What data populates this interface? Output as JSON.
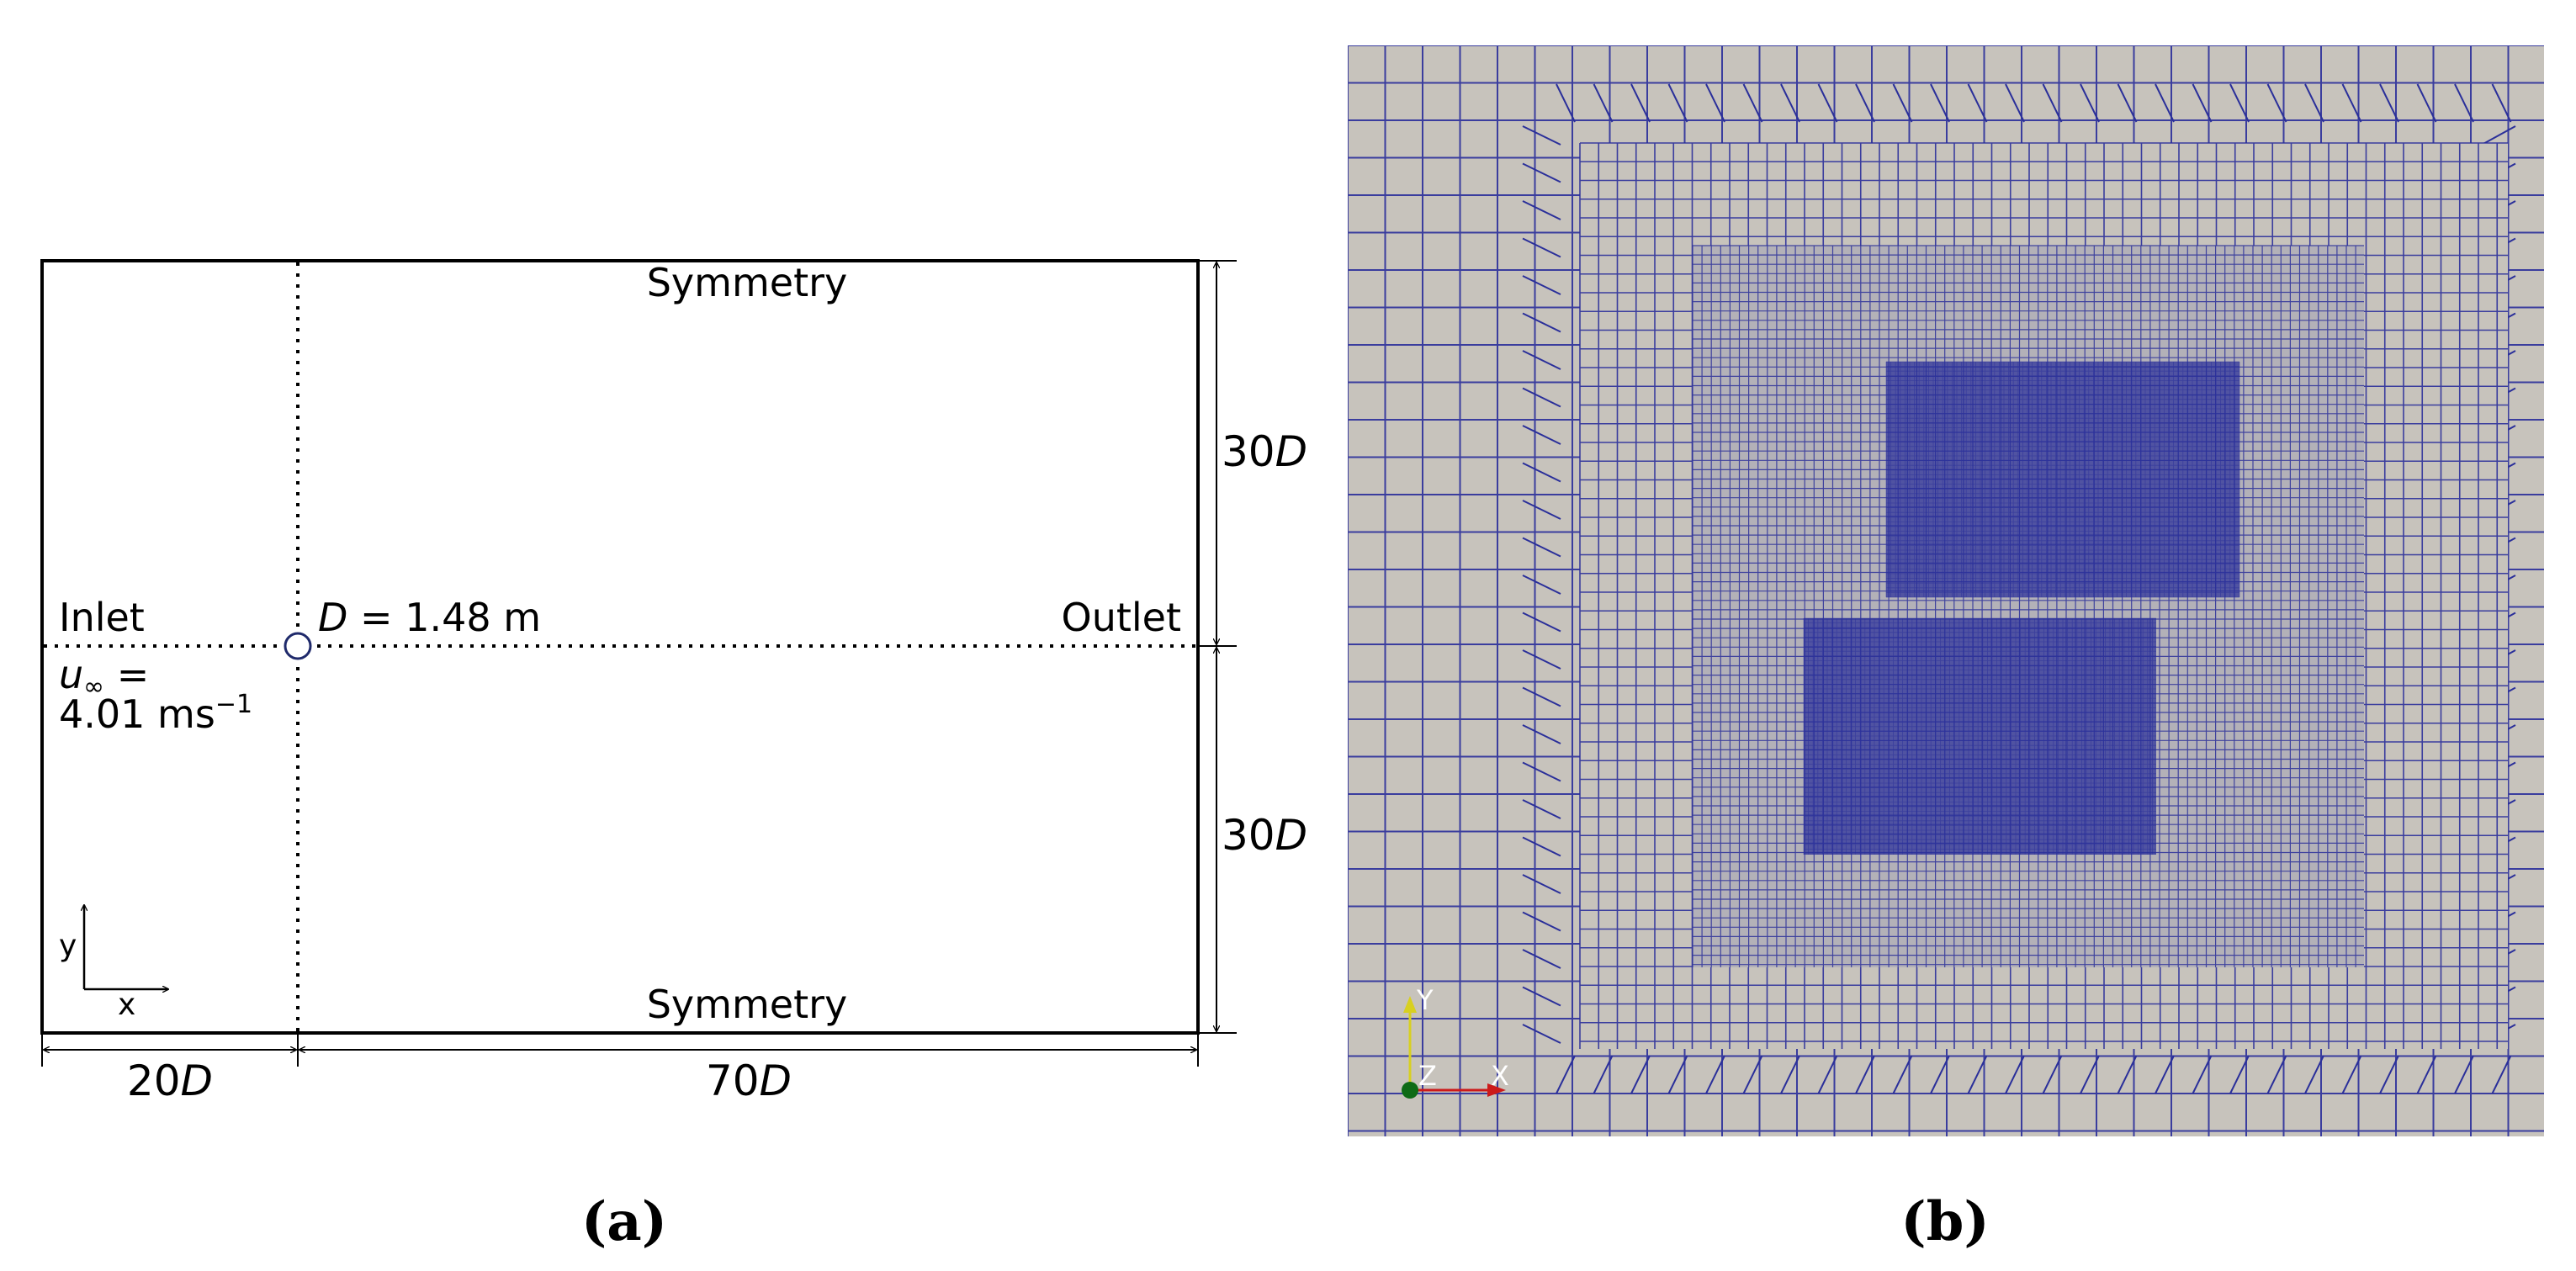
{
  "panel_a": {
    "top_boundary": "Symmetry",
    "bottom_boundary": "Symmetry",
    "inlet": "Inlet",
    "outlet": "Outlet",
    "diameter_label": {
      "symbol": "D",
      "equals": " = 1.48 m"
    },
    "velocity_label": {
      "symbol": "u",
      "subscript": "∞",
      "equals": " =",
      "value": "4.01 ms",
      "exponent": "−1"
    },
    "dim_upstream": {
      "number": "20",
      "unit": "D"
    },
    "dim_downstream": {
      "number": "70",
      "unit": "D"
    },
    "dim_upper": {
      "number": "30",
      "unit": "D"
    },
    "dim_lower": {
      "number": "30",
      "unit": "D"
    },
    "axis_y": "y",
    "axis_x": "x",
    "caption": "(a)"
  },
  "panel_b": {
    "background_color": "#c7c3bc",
    "mesh_color": "#2a2f9a",
    "triad": {
      "y": "Y",
      "z": "Z",
      "x": "X"
    },
    "caption": "(b)"
  }
}
